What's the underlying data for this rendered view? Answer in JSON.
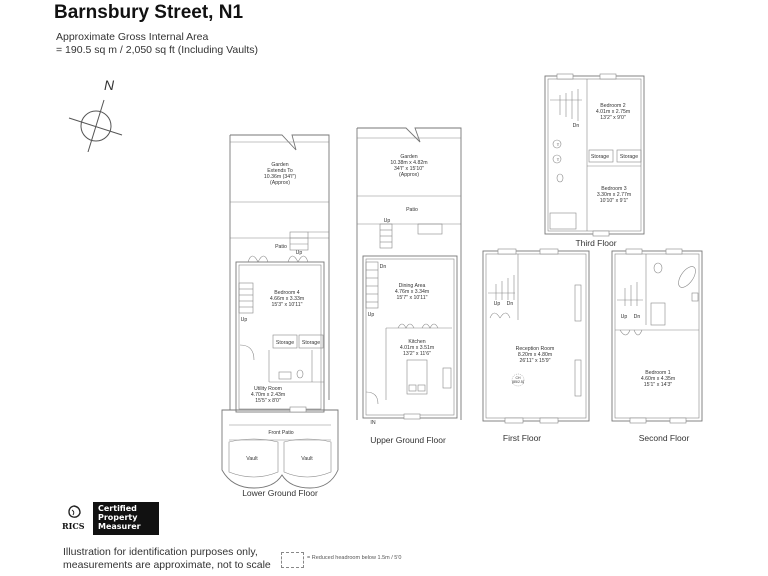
{
  "header": {
    "title": "Barnsbury Street, N1",
    "area_line1": "Approximate Gross Internal Area",
    "area_line2": "= 190.5 sq m / 2,050 sq ft (Including Vaults)"
  },
  "compass": {
    "label": "N"
  },
  "floors": {
    "lower_ground": {
      "name": "Lower Ground Floor",
      "garden": [
        "Garden",
        "Extends To",
        "10.36m (34'I\")",
        "(Approx)"
      ],
      "patio": "Patio",
      "up_labels": [
        "Up",
        "Up"
      ],
      "bedroom4": [
        "Bedroom 4",
        "4.66m x 3.33m",
        "15'3\" x 10'11\""
      ],
      "storage": [
        "Storage",
        "Storage"
      ],
      "utility": [
        "Utility Room",
        "4.70m x 2.43m",
        "15'5\" x 8'0\""
      ],
      "front_patio": "Front Patio",
      "vaults": [
        "Vault",
        "Vault"
      ]
    },
    "upper_ground": {
      "name": "Upper Ground Floor",
      "garden": [
        "Garden",
        "10.38m x 4.82m",
        "34'I\" x 15'10\"",
        "(Approx)"
      ],
      "patio": "Patio",
      "up": "Up",
      "dn": "Dn",
      "up2": "Up",
      "dining": [
        "Dining Area",
        "4.76m x 3.34m",
        "15'7\" x 10'11\""
      ],
      "kitchen": [
        "Kitchen",
        "4.01m x 3.51m",
        "13'2\" x 11'6\""
      ],
      "entrance": "IN"
    },
    "first": {
      "name": "First Floor",
      "up": "Up",
      "dn": "Dn",
      "reception": [
        "Reception Room",
        "8.20m x 4.80m",
        "26'11\" x 15'9\""
      ],
      "ch": [
        "CH",
        "(85/2.5)"
      ]
    },
    "second": {
      "name": "Second Floor",
      "up": "Up",
      "dn": "Dn",
      "bedroom1": [
        "Bedroom 1",
        "4.60m x 4.35m",
        "15'1\" x 14'3\""
      ]
    },
    "third": {
      "name": "Third Floor",
      "dn": "Dn",
      "bedroom2": [
        "Bedroom 2",
        "4.01m x 2.75m",
        "13'2\" x 9'0\""
      ],
      "bedroom3": [
        "Bedroom 3",
        "3.30m x 2.77m",
        "10'10\" x 9'1\""
      ],
      "storage": [
        "Storage",
        "Storage"
      ],
      "tank": "T"
    }
  },
  "footer": {
    "rics": "RICS",
    "badge": [
      "Certified",
      "Property",
      "Measurer"
    ],
    "disclaimer1": "Illustration for identification purposes only,",
    "disclaimer2": "measurements are approximate, not to scale",
    "legend": "= Reduced headroom below 1.5m / 5'0"
  }
}
